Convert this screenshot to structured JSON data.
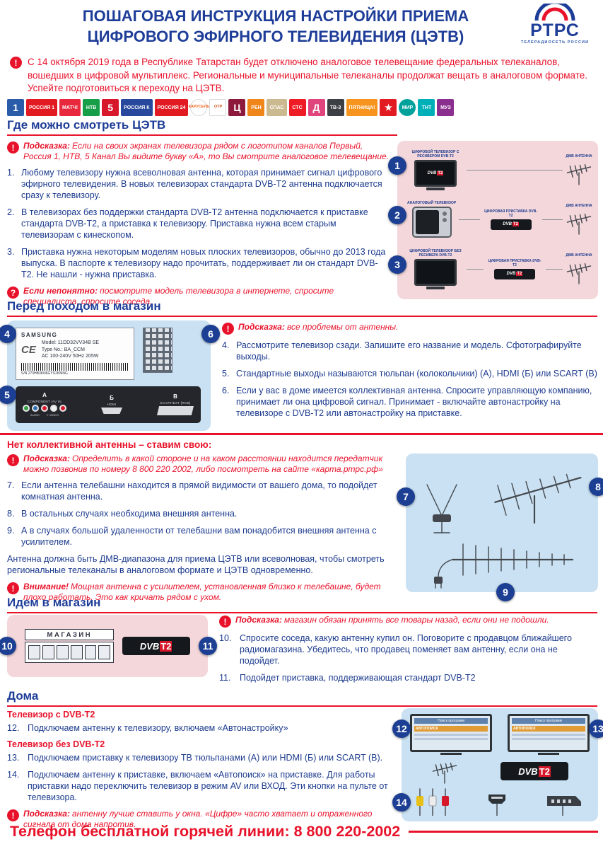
{
  "icons": {
    "warning": "!",
    "question": "?"
  },
  "badges": [
    "1",
    "2",
    "3",
    "4",
    "5",
    "6",
    "7",
    "8",
    "9",
    "10",
    "11",
    "12",
    "13",
    "14"
  ],
  "dvb_logo": {
    "dvb": "DVB",
    "t2": "T2"
  },
  "header": {
    "title_line1": "ПОШАГОВАЯ ИНСТРУКЦИЯ НАСТРОЙКИ ПРИЕМА",
    "title_line2": "ЦИФРОВОГО ЭФИРНОГО ТЕЛЕВИДЕНИЯ (ЦЭТВ)",
    "logo": {
      "name": "РТРС",
      "tagline": "ТЕЛЕРАДИОСЕТЬ РОССИИ"
    }
  },
  "intro": "С 14 октября 2019 года в Республике Татарстан будет отключено аналоговое телевещание федеральных телеканалов, вошедших в цифровой мультиплекс. Региональные и муниципальные телеканалы продолжат вещать в аналоговом формате. Успейте подготовиться к переходу на ЦЭТВ.",
  "channels": [
    {
      "name": "Первый канал",
      "abbr": "1",
      "bg": "#2a5caa",
      "fg": "#ffffff"
    },
    {
      "name": "Россия 1",
      "abbr": "РОССИЯ 1",
      "bg": "#e21a22",
      "fg": "#ffffff"
    },
    {
      "name": "Матч ТВ",
      "abbr": "МАТЧ!",
      "bg": "#e8283c",
      "fg": "#ffffff"
    },
    {
      "name": "НТВ",
      "abbr": "НТВ",
      "bg": "#169e49",
      "fg": "#ffffff"
    },
    {
      "name": "Пятый канал",
      "abbr": "5",
      "bg": "#d7182a",
      "fg": "#ffffff"
    },
    {
      "name": "Россия К",
      "abbr": "РОССИЯ К",
      "bg": "#27489c",
      "fg": "#ffffff"
    },
    {
      "name": "Россия 24",
      "abbr": "РОССИЯ 24",
      "bg": "#e21a22",
      "fg": "#ffffff"
    },
    {
      "name": "Карусель",
      "abbr": "КАРУСЕЛЬ",
      "bg": "#ffffff",
      "fg": "#f26522"
    },
    {
      "name": "ОТР",
      "abbr": "ОТР",
      "bg": "#ffffff",
      "fg": "#d9541e"
    },
    {
      "name": "ТВ Центр",
      "abbr": "Ц",
      "bg": "#8d1a3c",
      "fg": "#ffffff"
    },
    {
      "name": "РЕН ТВ",
      "abbr": "РЕН",
      "bg": "#f08519",
      "fg": "#ffffff"
    },
    {
      "name": "Спас",
      "abbr": "СПАС",
      "bg": "#cbb98f",
      "fg": "#ffffff"
    },
    {
      "name": "СТС",
      "abbr": "СТС",
      "bg": "#ee1c25",
      "fg": "#ffffff"
    },
    {
      "name": "Домашний",
      "abbr": "Д",
      "bg": "#e0447c",
      "fg": "#ffffff"
    },
    {
      "name": "ТВ-3",
      "abbr": "ТВ-3",
      "bg": "#3c3f44",
      "fg": "#ffffff"
    },
    {
      "name": "Пятница",
      "abbr": "ПЯТНИЦА!",
      "bg": "#f7941d",
      "fg": "#ffffff"
    },
    {
      "name": "Звезда",
      "abbr": "★",
      "bg": "#e21a22",
      "fg": "#ffffff"
    },
    {
      "name": "Мир",
      "abbr": "МИР",
      "bg": "#00a19a",
      "fg": "#ffffff"
    },
    {
      "name": "ТНТ",
      "abbr": "ТНТ",
      "bg": "#00b0b9",
      "fg": "#ffffff"
    },
    {
      "name": "Муз ТВ",
      "abbr": "МУЗ",
      "bg": "#8b2f8f",
      "fg": "#ffffff"
    }
  ],
  "section_where": {
    "heading": "Где можно смотреть ЦЭТВ",
    "hint1": {
      "label": "Подсказка:",
      "text": "Если на своих экранах телевизора рядом с логотипом каналов Первый, Россия 1, НТВ, 5 Канал Вы видите букву «А», то Вы смотрите аналоговое телевещание."
    },
    "steps": [
      {
        "n": "1.",
        "t": "Любому телевизору нужна всеволновая антенна, которая принимает сигнал цифрового эфирного телевидения. В новых телевизорах стандарта DVB-T2 антенна подключается сразу к телевизору."
      },
      {
        "n": "2.",
        "t": "В телевизорах без поддержки стандарта DVB-T2 антенна подключается к приставке стандарта DVB-T2, а приставка к телевизору. Приставка нужна всем старым телевизорам с кинескопом."
      },
      {
        "n": "3.",
        "t": "Приставка нужна некоторым моделям новых плоских телевизоров, обычно до 2013 года выпуска. В паспорте к телевизору надо прочитать, поддерживает ли он стандарт DVB-T2. Не нашли - нужна приставка."
      }
    ],
    "hint2": {
      "label": "Если непонятно:",
      "text": "посмотрите модель телевизора в интернете, спросите специалиста, спросите соседа."
    },
    "diagram": {
      "row1_tv": "ЦИФРОВОЙ ТЕЛЕВИЗОР С РЕСИВЕРОМ DVB-T2",
      "row1_antenna": "ДМВ АНТЕННА",
      "row2_tv": "АНАЛОГОВЫЙ ТЕЛЕВИЗОР",
      "row2_box": "ЦИФРОВАЯ ПРИСТАВКА DVB-T2",
      "row2_antenna": "ДМВ АНТЕННА",
      "row3_tv": "ЦИФРОВОЙ ТЕЛЕВИЗОР БЕЗ РЕСИВЕРА DVB-T2",
      "row3_box": "ЦИФРОВАЯ ПРИСТАВКА DVB-T2",
      "row3_antenna": "ДМВ АНТЕННА"
    }
  },
  "section_shop_prep": {
    "heading": "Перед походом в магазин",
    "label": {
      "brand": "SAMSUNG",
      "ce": "CE",
      "model": "Model: 11DD32VV34B SE",
      "type": "Type No.: BA_CCM",
      "power": "AC 100-240V 50Hz 205W",
      "serial": "S/N 273HB3KN6GYS2KMNG"
    },
    "ports": {
      "a": "А",
      "b": "Б",
      "v": "В",
      "component": "COMPONENT /AV IN",
      "audio": "AUDIO",
      "video": "Y /VIDEO",
      "hdmi": "HDMI",
      "scart": "SCART/EXT [RGB]"
    },
    "hint": {
      "label": "Подсказка:",
      "text": "все проблемы от антенны."
    },
    "steps": [
      {
        "n": "4.",
        "t": "Рассмотрите телевизор сзади. Запишите его название и модель. Сфотографируйте выходы."
      },
      {
        "n": "5.",
        "t": "Стандартные выходы называются тюльпан (колокольчики) (А), HDMI (Б) или SCART (В)"
      },
      {
        "n": "6.",
        "t": "Если у вас в доме имеется коллективная антенна. Спросите управляющую компанию, принимает ли она цифровой сигнал. Принимает - включайте автонастройку на телевизоре с DVB-T2 или автонастройку на приставке."
      }
    ]
  },
  "section_antenna": {
    "heading": "Нет коллективной антенны – ставим свою:",
    "hint": {
      "label": "Подсказка:",
      "text": "Определить в какой стороне и на каком расстоянии находится передатчик можно позвонив по номеру 8 800 220 2002, либо посмотреть на сайте «карта.ртрс.рф»"
    },
    "steps": [
      {
        "n": "7.",
        "t": "Если антенна телебашни находится в прямой видимости от вашего дома, то подойдет комнатная антенна."
      },
      {
        "n": "8.",
        "t": "В остальных случаях необходима внешняя антенна."
      },
      {
        "n": "9.",
        "t": "А в случаях большой удаленности от телебашни вам понадобится внешняя антенна с усилителем."
      }
    ],
    "note": "Антенна должна быть ДМВ-диапазона для приема ЦЭТВ или всеволновая, чтобы смотреть региональные телеканалы в аналоговом формате и ЦЭТВ одновременно.",
    "warning": {
      "label": "Внимание!",
      "text": "Мощная антенна с усилителем, установленная близко к телебашне, будет плохо работать. Это как кричать рядом с ухом."
    }
  },
  "section_shop": {
    "heading": "Идем в магазин",
    "store_sign": "МАГАЗИН",
    "hint": {
      "label": "Подсказка:",
      "text": "магазин обязан принять все товары назад, если они не подошли."
    },
    "steps": [
      {
        "n": "10.",
        "t": "Спросите соседа, какую антенну купил он. Поговорите с продавцом ближайшего радиомагазина. Убедитесь, что продавец поменяет вам антенну, если она не подойдет."
      },
      {
        "n": "11.",
        "t": "Подойдет приставка, поддерживающая стандарт DVB-T2"
      }
    ]
  },
  "section_home": {
    "heading": "Дома",
    "sub1": "Телевизор с DVB-T2",
    "sub2": "Телевизор без DVB-T2",
    "steps": [
      {
        "n": "12.",
        "t": "Подключаем антенну к телевизору, включаем «Автонастройку»"
      },
      {
        "n": "13.",
        "t": "Подключаем приставку к телевизору ТВ тюльпанами (А) или HDMI (Б) или SCART (В)."
      },
      {
        "n": "14.",
        "t": "Подключаем антенну к приставке, включаем «Автопоиск» на приставке. Для работы приставки надо переключить телевизор в режим AV или ВХОД. Эти кнопки на пульте от телевизора."
      }
    ],
    "hint": {
      "label": "Подсказка:",
      "text": "антенну лучше ставить у окна. «Цифре» часто хватает и отраженного сигнала от дома напротив."
    },
    "tv_menu": {
      "title": "Поиск программ",
      "highlighted": "АВТОПОИСК"
    }
  },
  "footer": "Телефон бесплатной горячей линии: 8 800 220-2002"
}
